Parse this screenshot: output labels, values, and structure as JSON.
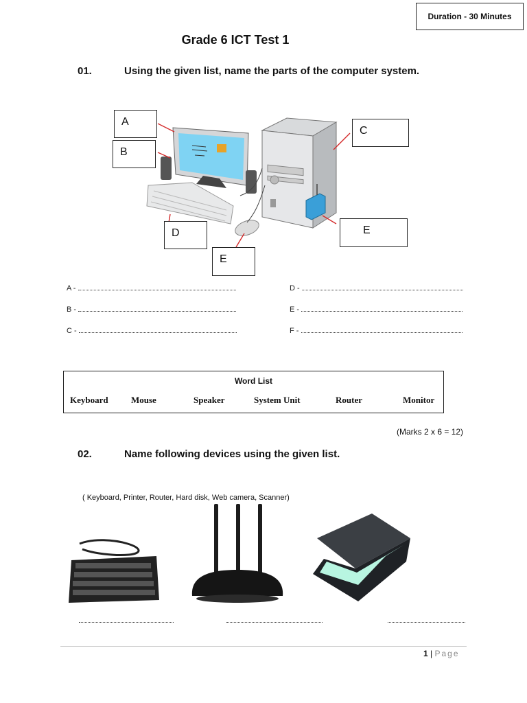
{
  "header": {
    "duration": "Duration - 30 Minutes",
    "title": "Grade 6 ICT Test 1"
  },
  "q1": {
    "number": "01.",
    "text": "Using the given list, name the parts of the computer system.",
    "labels": [
      "A",
      "B",
      "C",
      "D",
      "E",
      "E"
    ],
    "answers_left": [
      "A -",
      "B -",
      "C -"
    ],
    "answers_right": [
      "D -",
      "E -",
      "F -"
    ],
    "wordlist_title": "Word List",
    "words": [
      "Keyboard",
      "Mouse",
      "Speaker",
      "System Unit",
      "Router",
      "Monitor"
    ],
    "marks": "(Marks 2 x 6 = 12)"
  },
  "q2": {
    "number": "02.",
    "text": "Name following devices using the given list.",
    "hint": "( Keyboard, Printer, Router, Hard disk, Web camera, Scanner)"
  },
  "footer": {
    "page_number": "1",
    "page_label": "Page"
  }
}
